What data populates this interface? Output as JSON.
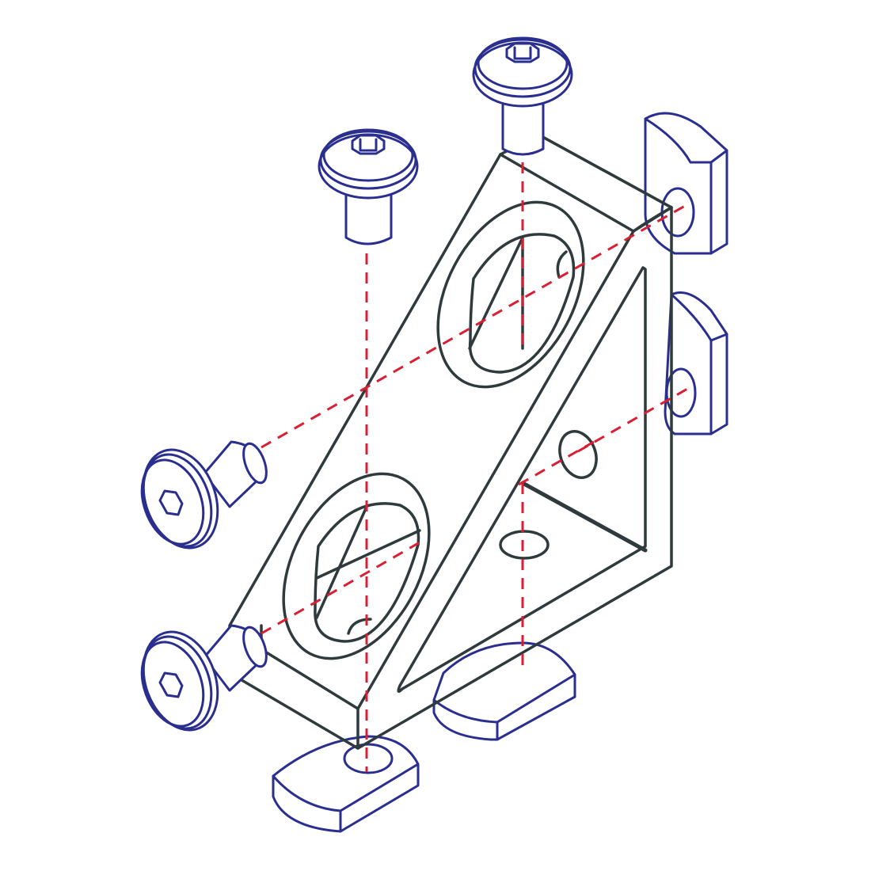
{
  "colors": {
    "background": "#ffffff",
    "bracket_outline": "#2f3a3c",
    "hardware_outline": "#2a2f8f",
    "assembly_axis": "#d81f33"
  },
  "parts": {
    "bracket": "corner-bracket",
    "screws": [
      "button-head-socket-screw",
      "button-head-socket-screw",
      "button-head-socket-screw",
      "button-head-socket-screw"
    ],
    "nuts": [
      "t-slot-nut",
      "t-slot-nut",
      "t-slot-nut",
      "t-slot-nut"
    ]
  }
}
